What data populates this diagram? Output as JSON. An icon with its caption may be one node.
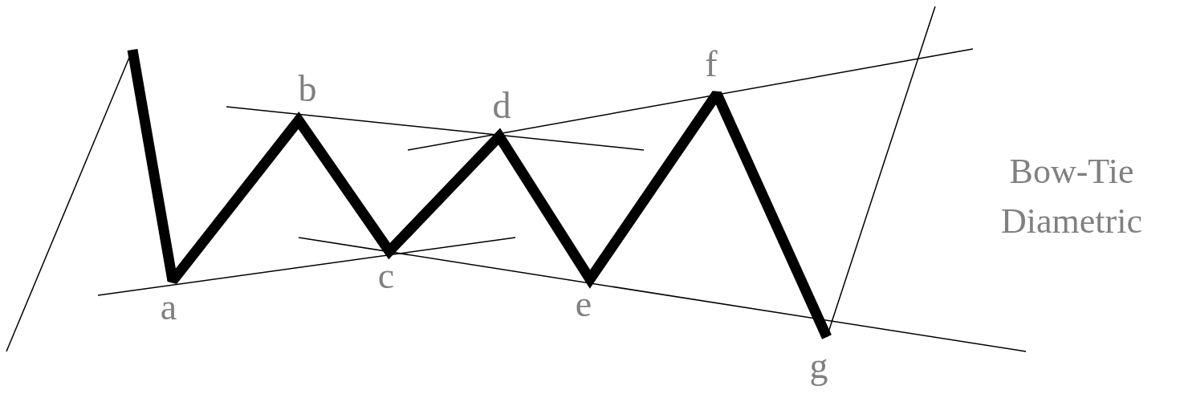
{
  "diagram": {
    "labels": [
      "a",
      "b",
      "c",
      "d",
      "e",
      "f",
      "g",
      "Bow-Tie Diametric"
    ]
  }
}
